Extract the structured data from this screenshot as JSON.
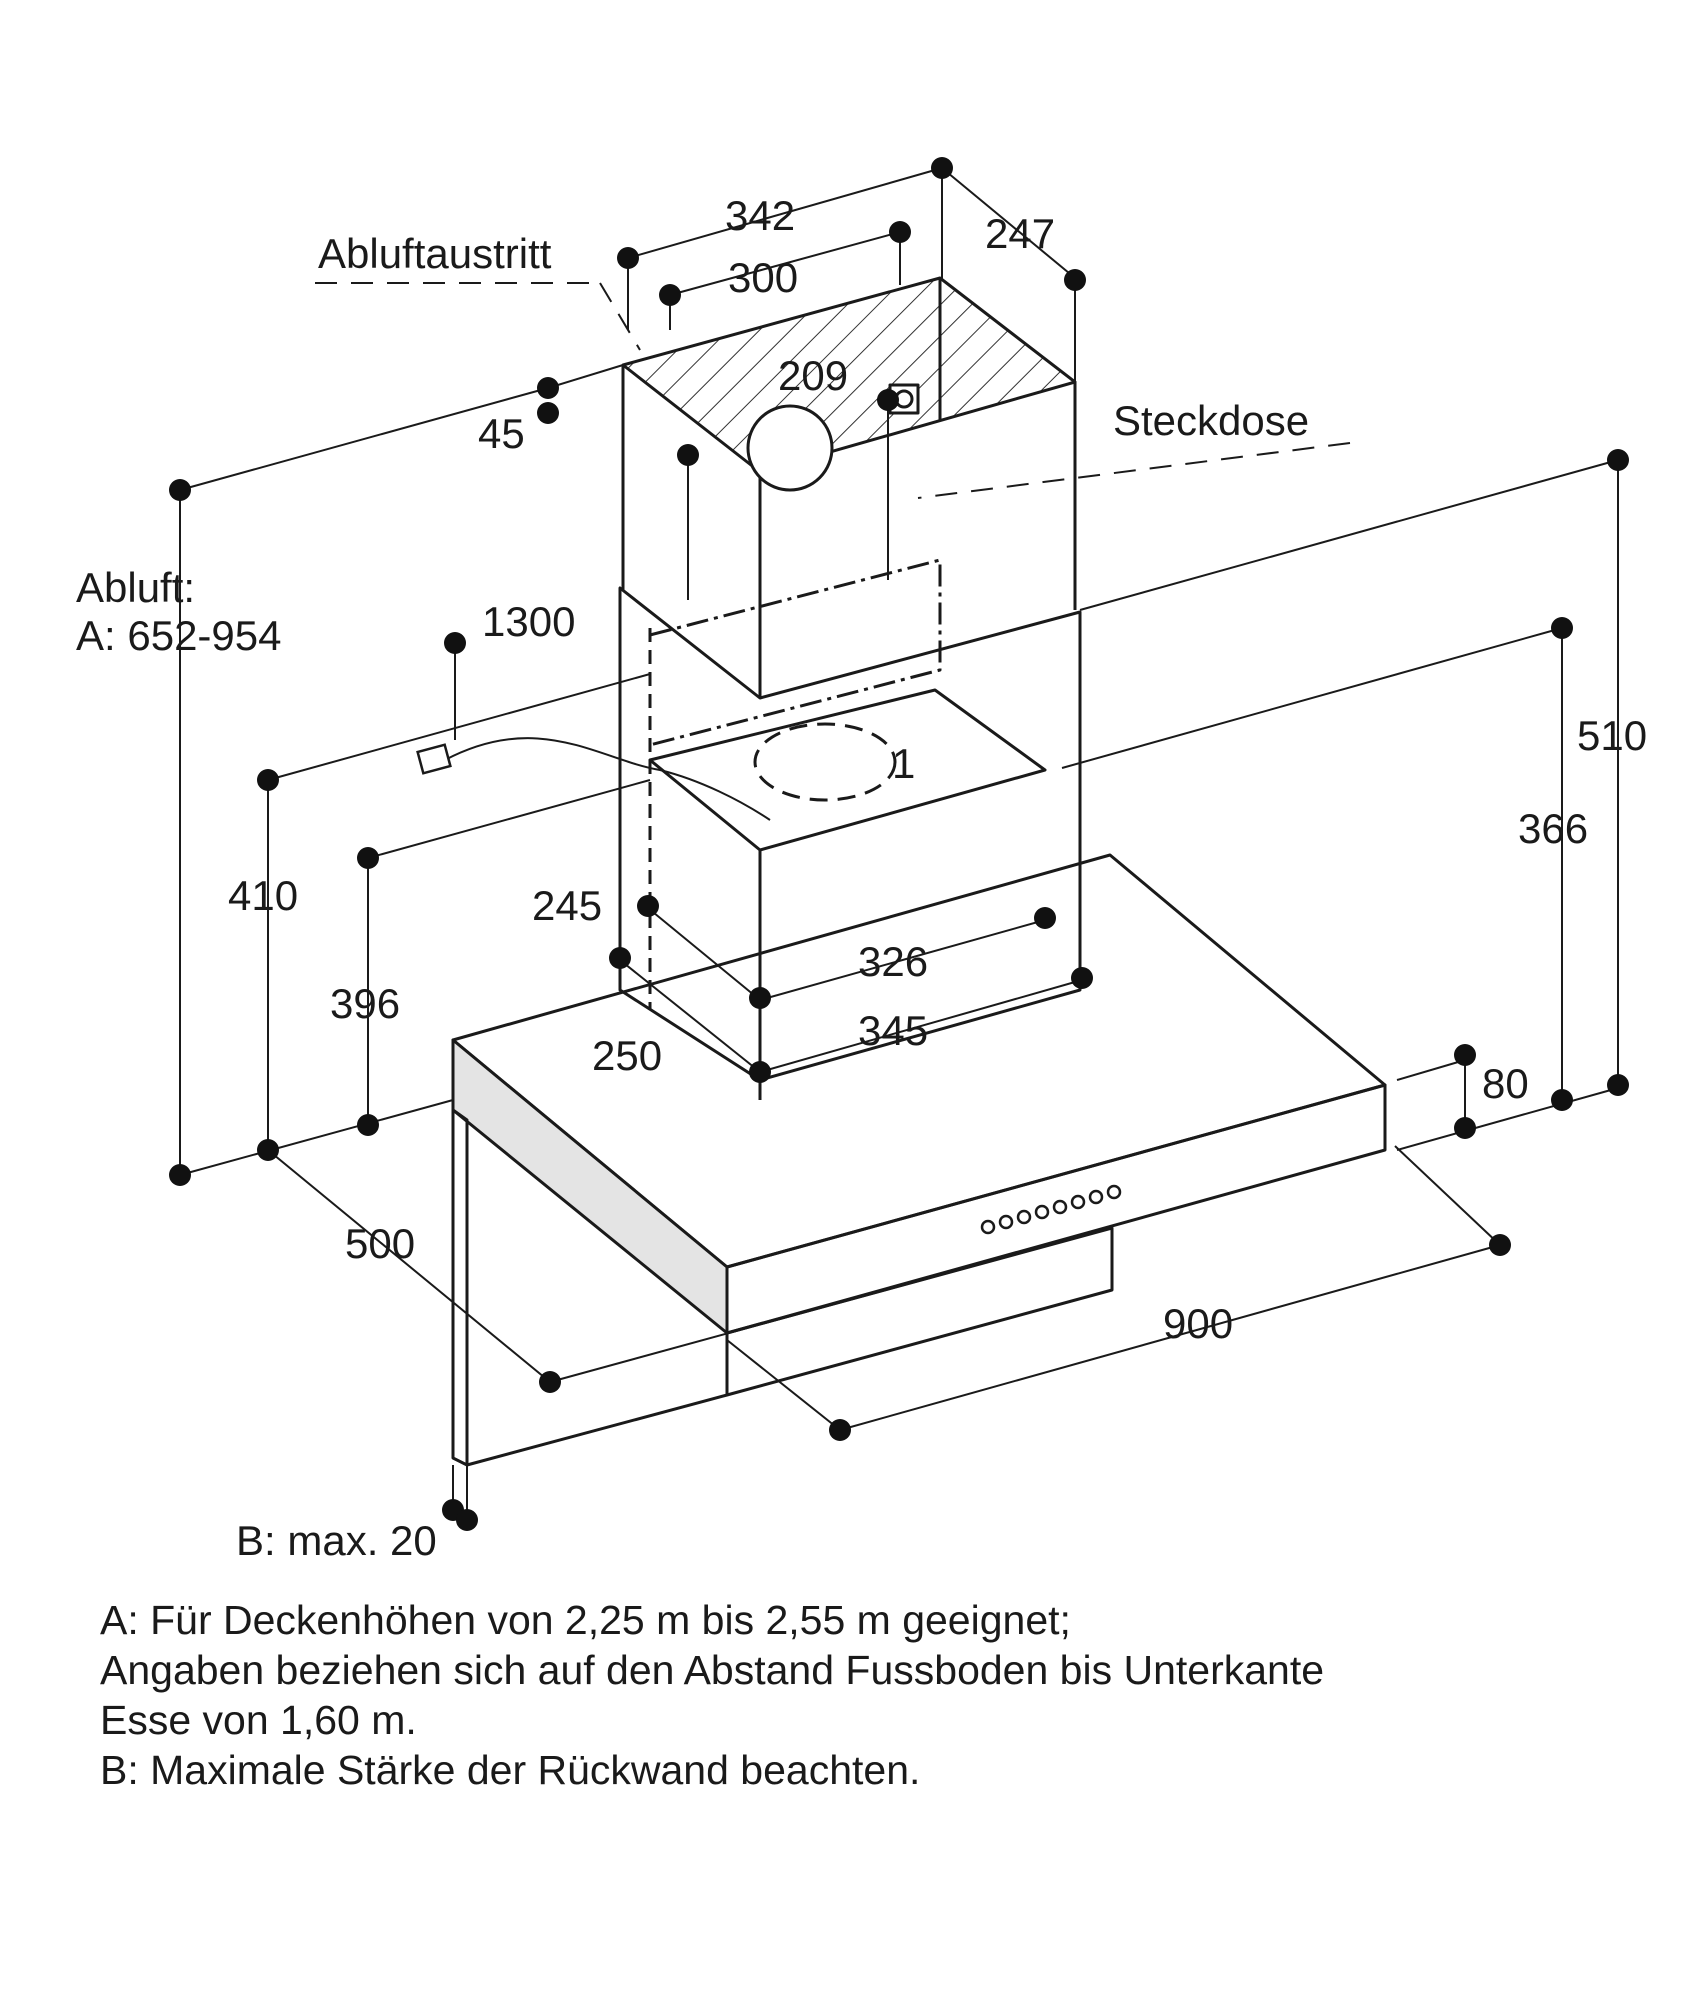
{
  "labels": {
    "abluftaustritt": "Abluftaustritt",
    "steckdose": "Steckdose",
    "abluft_title": "Abluft:",
    "abluft_a": "A: 652-954",
    "b_max": "B: max. 20"
  },
  "dimensions": {
    "d342": "342",
    "d300": "300",
    "d247": "247",
    "d209": "209",
    "d45": "45",
    "d1300": "1300",
    "d1": "1",
    "d510": "510",
    "d366": "366",
    "d410": "410",
    "d396": "396",
    "d245": "245",
    "d326": "326",
    "d345": "345",
    "d250": "250",
    "d80": "80",
    "d500": "500",
    "d900": "900"
  },
  "notes": [
    "A: Für Deckenhöhen von 2,25 m bis 2,55 m geeignet;",
    "Angaben beziehen sich auf den Abstand Fussboden bis Unterkante",
    "Esse von 1,60 m.",
    "B: Maximale Stärke der Rückwand beachten."
  ]
}
